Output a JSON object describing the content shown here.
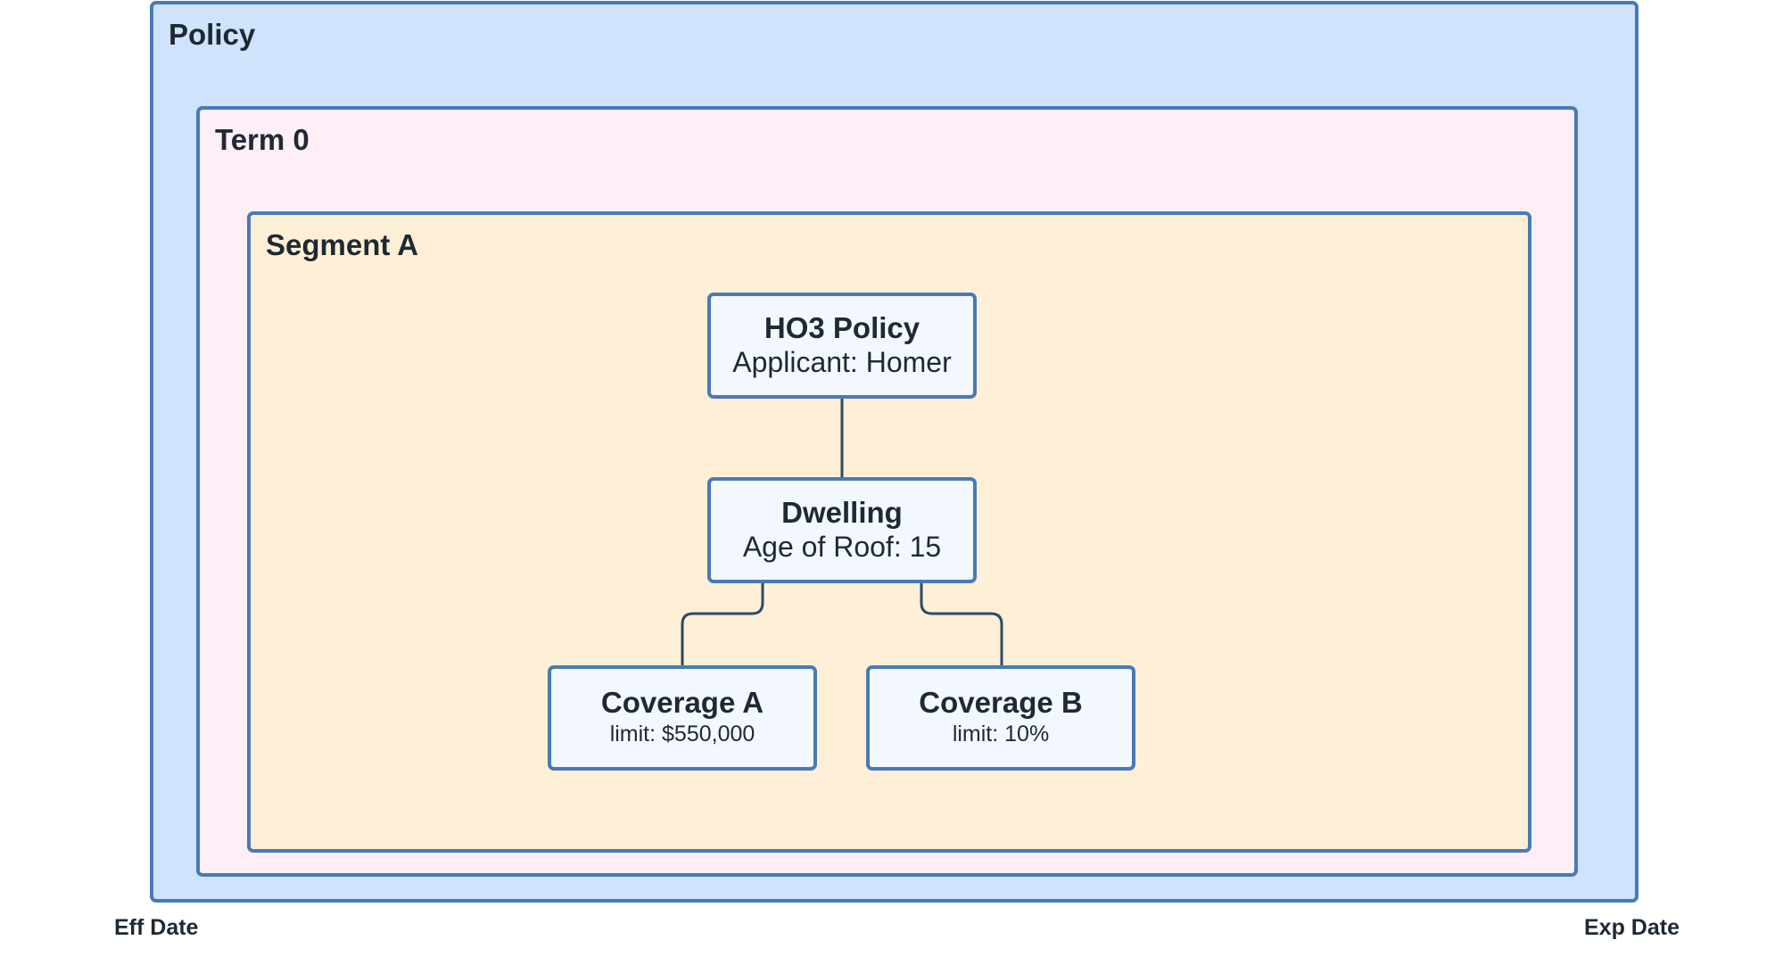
{
  "containers": {
    "policy": {
      "title": "Policy"
    },
    "term": {
      "title": "Term 0"
    },
    "segment": {
      "title": "Segment A"
    }
  },
  "nodes": {
    "ho3_policy": {
      "title": "HO3 Policy",
      "subtitle": "Applicant: Homer"
    },
    "dwelling": {
      "title": "Dwelling",
      "subtitle": "Age of Roof: 15"
    },
    "coverage_a": {
      "title": "Coverage A",
      "subtitle": "limit: $550,000"
    },
    "coverage_b": {
      "title": "Coverage B",
      "subtitle": "limit: 10%"
    }
  },
  "timeline": {
    "start_label": "Eff Date",
    "end_label": "Exp Date"
  },
  "colors": {
    "policy_fill": "#cfe3fc",
    "term_fill": "#fdeef8",
    "segment_fill": "#fdf0d6",
    "node_fill": "#f3f8fe",
    "border": "#4a7ab5",
    "connector": "#2f4a62",
    "text": "#1f2933"
  }
}
